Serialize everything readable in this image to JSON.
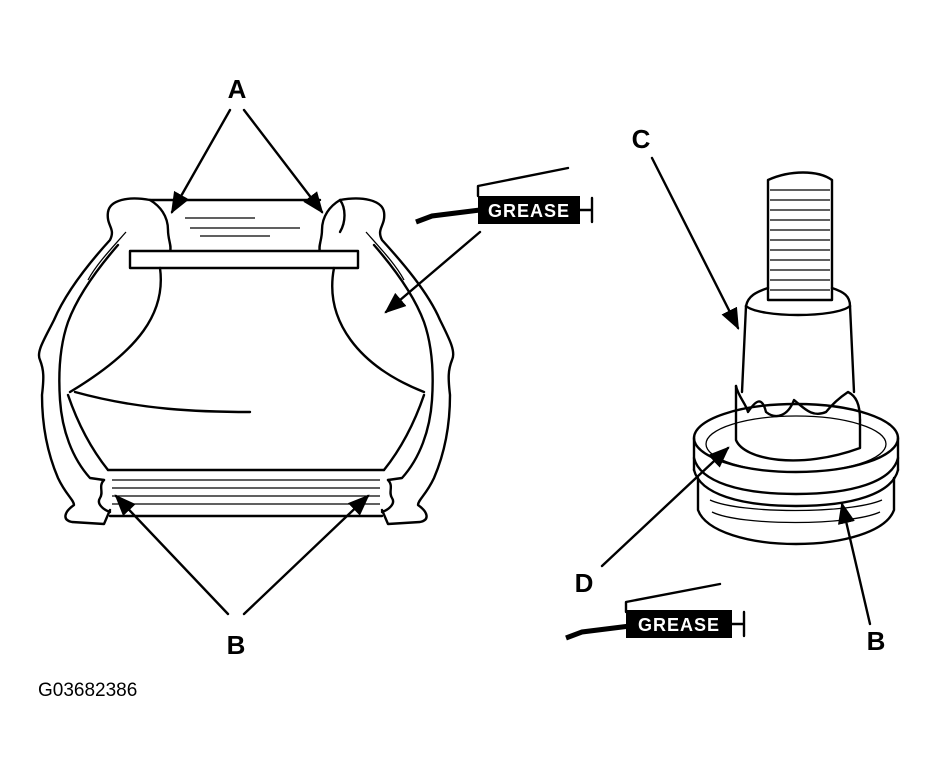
{
  "labels": {
    "a": "A",
    "b_left": "B",
    "c": "C",
    "d": "D",
    "b_right": "B"
  },
  "grease_tags": [
    "GREASE",
    "GREASE"
  ],
  "figure_id": "G03682386",
  "colors": {
    "ink": "#000000",
    "paper": "#ffffff"
  }
}
